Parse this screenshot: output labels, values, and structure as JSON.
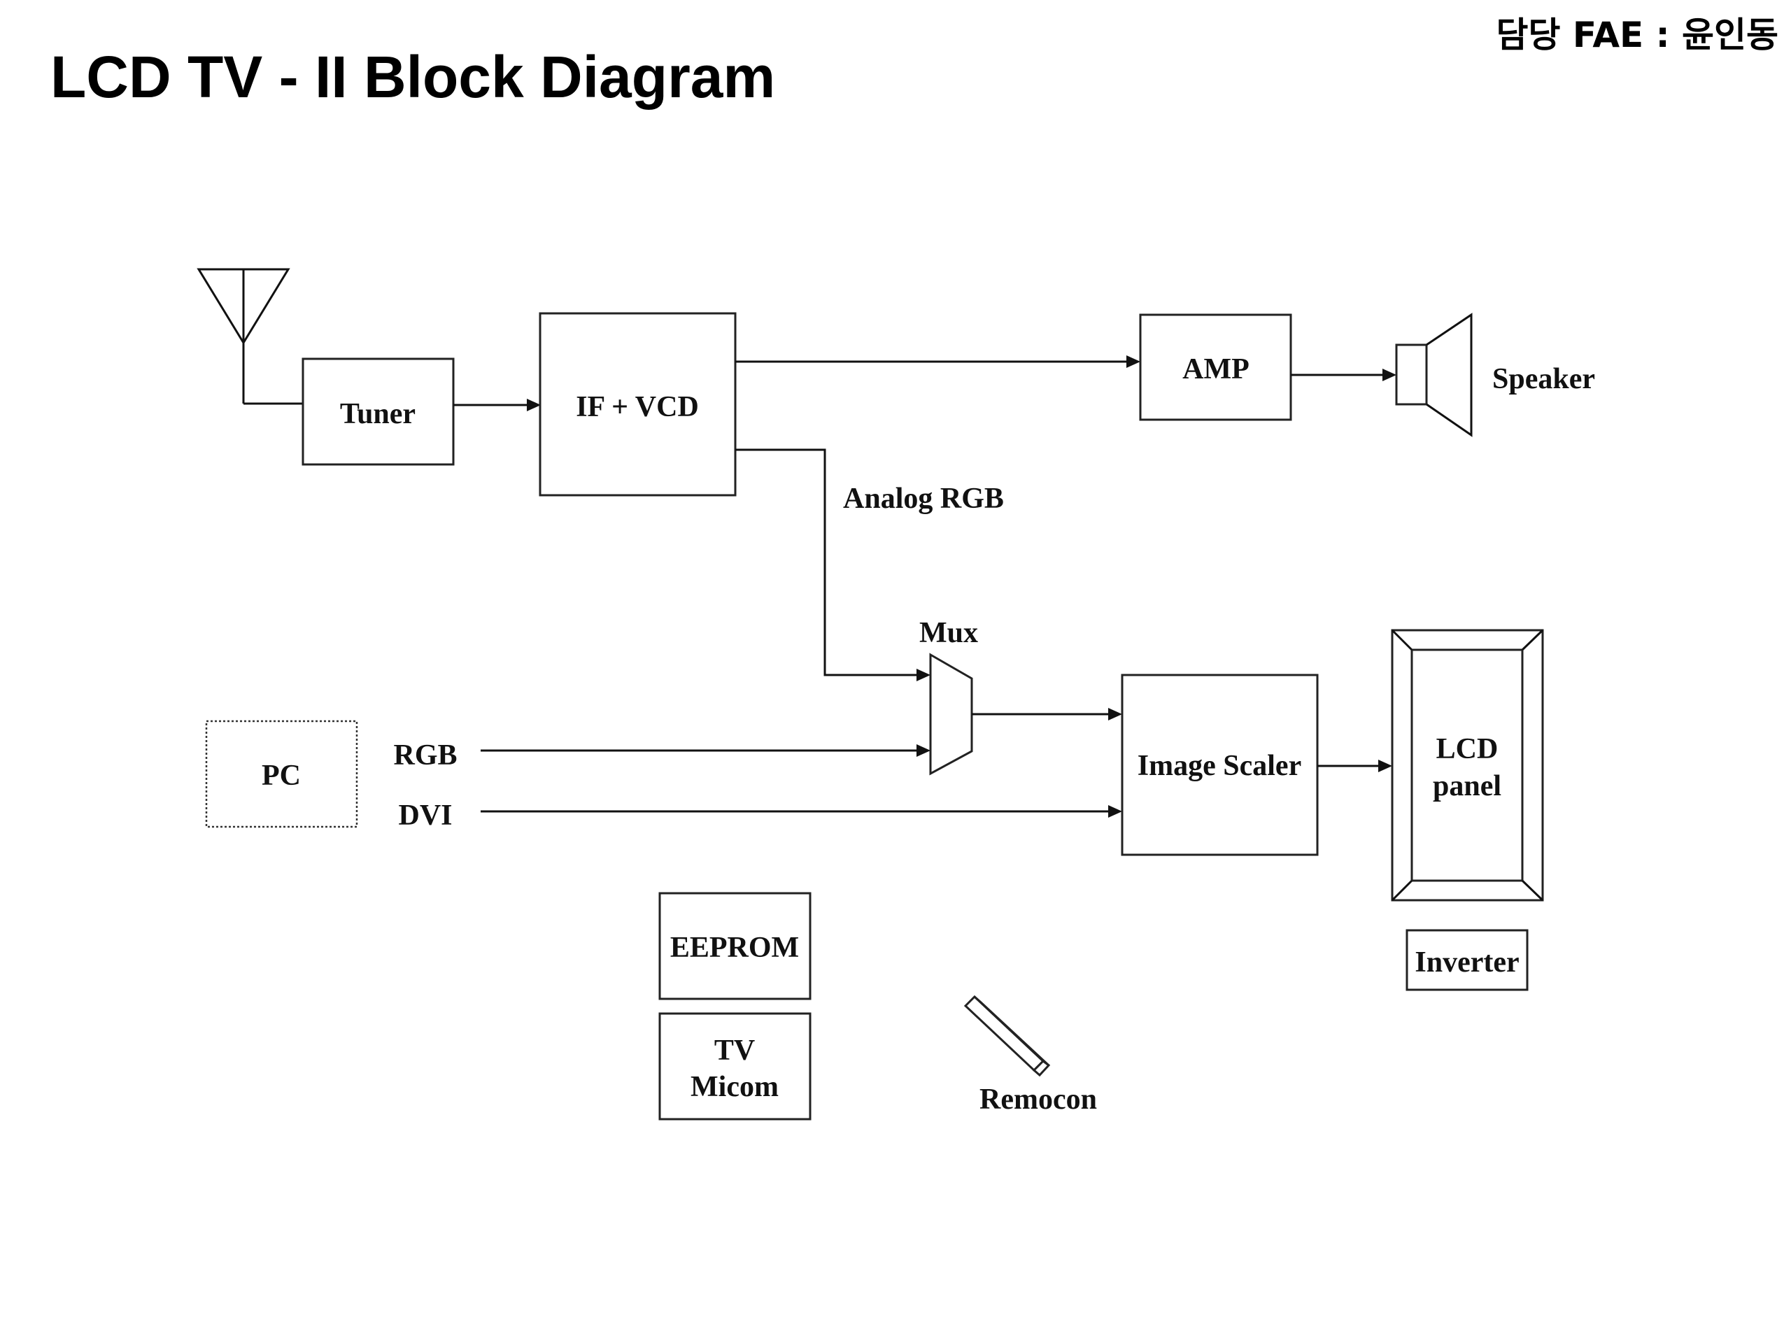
{
  "header": {
    "title": "LCD TV - II Block Diagram",
    "fae": "담당 FAE : 윤인동"
  },
  "blocks": {
    "tuner": "Tuner",
    "if_vcd": "IF + VCD",
    "amp": "AMP",
    "speaker": "Speaker",
    "analog_rgb": "Analog RGB",
    "mux": "Mux",
    "image_scaler": "Image Scaler",
    "lcd_panel_line1": "LCD",
    "lcd_panel_line2": "panel",
    "pc": "PC",
    "rgb": "RGB",
    "dvi": "DVI",
    "eeprom": "EEPROM",
    "tv_micom_line1": "TV",
    "tv_micom_line2": "Micom",
    "inverter": "Inverter",
    "remocon": "Remocon"
  }
}
